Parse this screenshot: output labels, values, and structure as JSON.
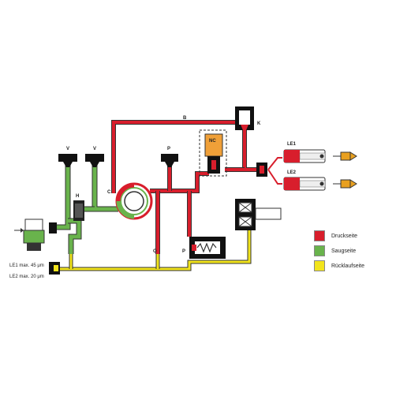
{
  "labels": {
    "B": "B",
    "K": "K",
    "V1": "V",
    "V2": "V",
    "P": "P",
    "NC": "NC",
    "H": "H",
    "C": "C",
    "O": "O",
    "P2": "P",
    "LE1": "LE1",
    "LE2": "LE2",
    "LE1max": "LE1 max. 45 μm",
    "LE2max": "LE2 max. 20 μm"
  },
  "legend": [
    {
      "label": "Druckseite",
      "color": "#d81e2c"
    },
    {
      "label": "Saugseite",
      "color": "#69b34c"
    },
    {
      "label": "Rücklaufseite",
      "color": "#f2e41c"
    }
  ],
  "colors": {
    "pressure": "#d81e2c",
    "suction": "#69b34c",
    "return": "#f2e41c",
    "outline": "#333333",
    "nozzle_orange": "#f0a038"
  }
}
